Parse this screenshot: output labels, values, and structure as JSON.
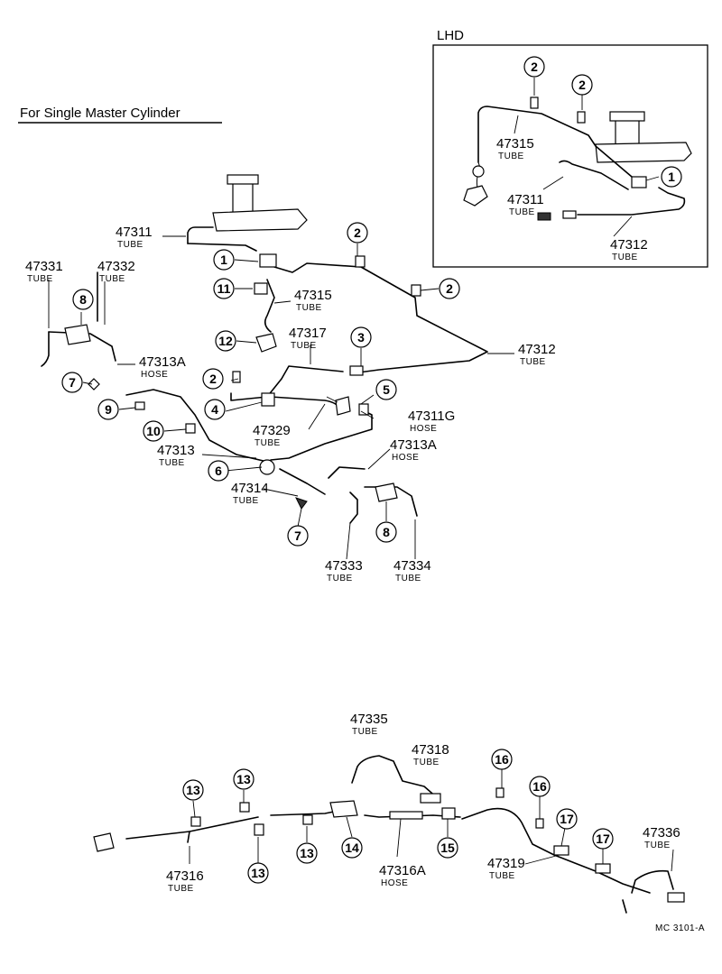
{
  "header": {
    "title": "For Single Master Cylinder",
    "inset_title": "LHD"
  },
  "footer": {
    "code": "MC 3101-A"
  },
  "labels": {
    "p47311": {
      "num": "47311",
      "desc": "TUBE"
    },
    "p47331": {
      "num": "47331",
      "desc": "TUBE"
    },
    "p47332": {
      "num": "47332",
      "desc": "TUBE"
    },
    "p47315": {
      "num": "47315",
      "desc": "TUBE"
    },
    "p47317": {
      "num": "47317",
      "desc": "TUBE"
    },
    "p47312": {
      "num": "47312",
      "desc": "TUBE"
    },
    "p47313A_1": {
      "num": "47313A",
      "desc": "HOSE"
    },
    "p47329": {
      "num": "47329",
      "desc": "TUBE"
    },
    "p47311G": {
      "num": "47311G",
      "desc": "HOSE"
    },
    "p47313": {
      "num": "47313",
      "desc": "TUBE"
    },
    "p47313A_2": {
      "num": "47313A",
      "desc": "HOSE"
    },
    "p47314": {
      "num": "47314",
      "desc": "TUBE"
    },
    "p47333": {
      "num": "47333",
      "desc": "TUBE"
    },
    "p47334": {
      "num": "47334",
      "desc": "TUBE"
    },
    "i47315": {
      "num": "47315",
      "desc": "TUBE"
    },
    "i47311": {
      "num": "47311",
      "desc": "TUBE"
    },
    "i47312": {
      "num": "47312",
      "desc": "TUBE"
    },
    "p47335": {
      "num": "47335",
      "desc": "TUBE"
    },
    "p47318": {
      "num": "47318",
      "desc": "TUBE"
    },
    "p47316": {
      "num": "47316",
      "desc": "TUBE"
    },
    "p47316A": {
      "num": "47316A",
      "desc": "HOSE"
    },
    "p47319": {
      "num": "47319",
      "desc": "TUBE"
    },
    "p47336": {
      "num": "47336",
      "desc": "TUBE"
    }
  },
  "callouts": {
    "c1a": "1",
    "c2a": "2",
    "c2b": "2",
    "c11": "11",
    "c12": "12",
    "c3": "3",
    "c2c": "2",
    "c4": "4",
    "c5": "5",
    "c8a": "8",
    "c7a": "7",
    "c9": "9",
    "c10": "10",
    "c6": "6",
    "c7b": "7",
    "c8b": "8",
    "i2a": "2",
    "i2b": "2",
    "i1": "1",
    "c13a": "13",
    "c13b": "13",
    "c13c": "13",
    "c13d": "13",
    "c14": "14",
    "c15": "15",
    "c16a": "16",
    "c16b": "16",
    "c17a": "17",
    "c17b": "17"
  }
}
